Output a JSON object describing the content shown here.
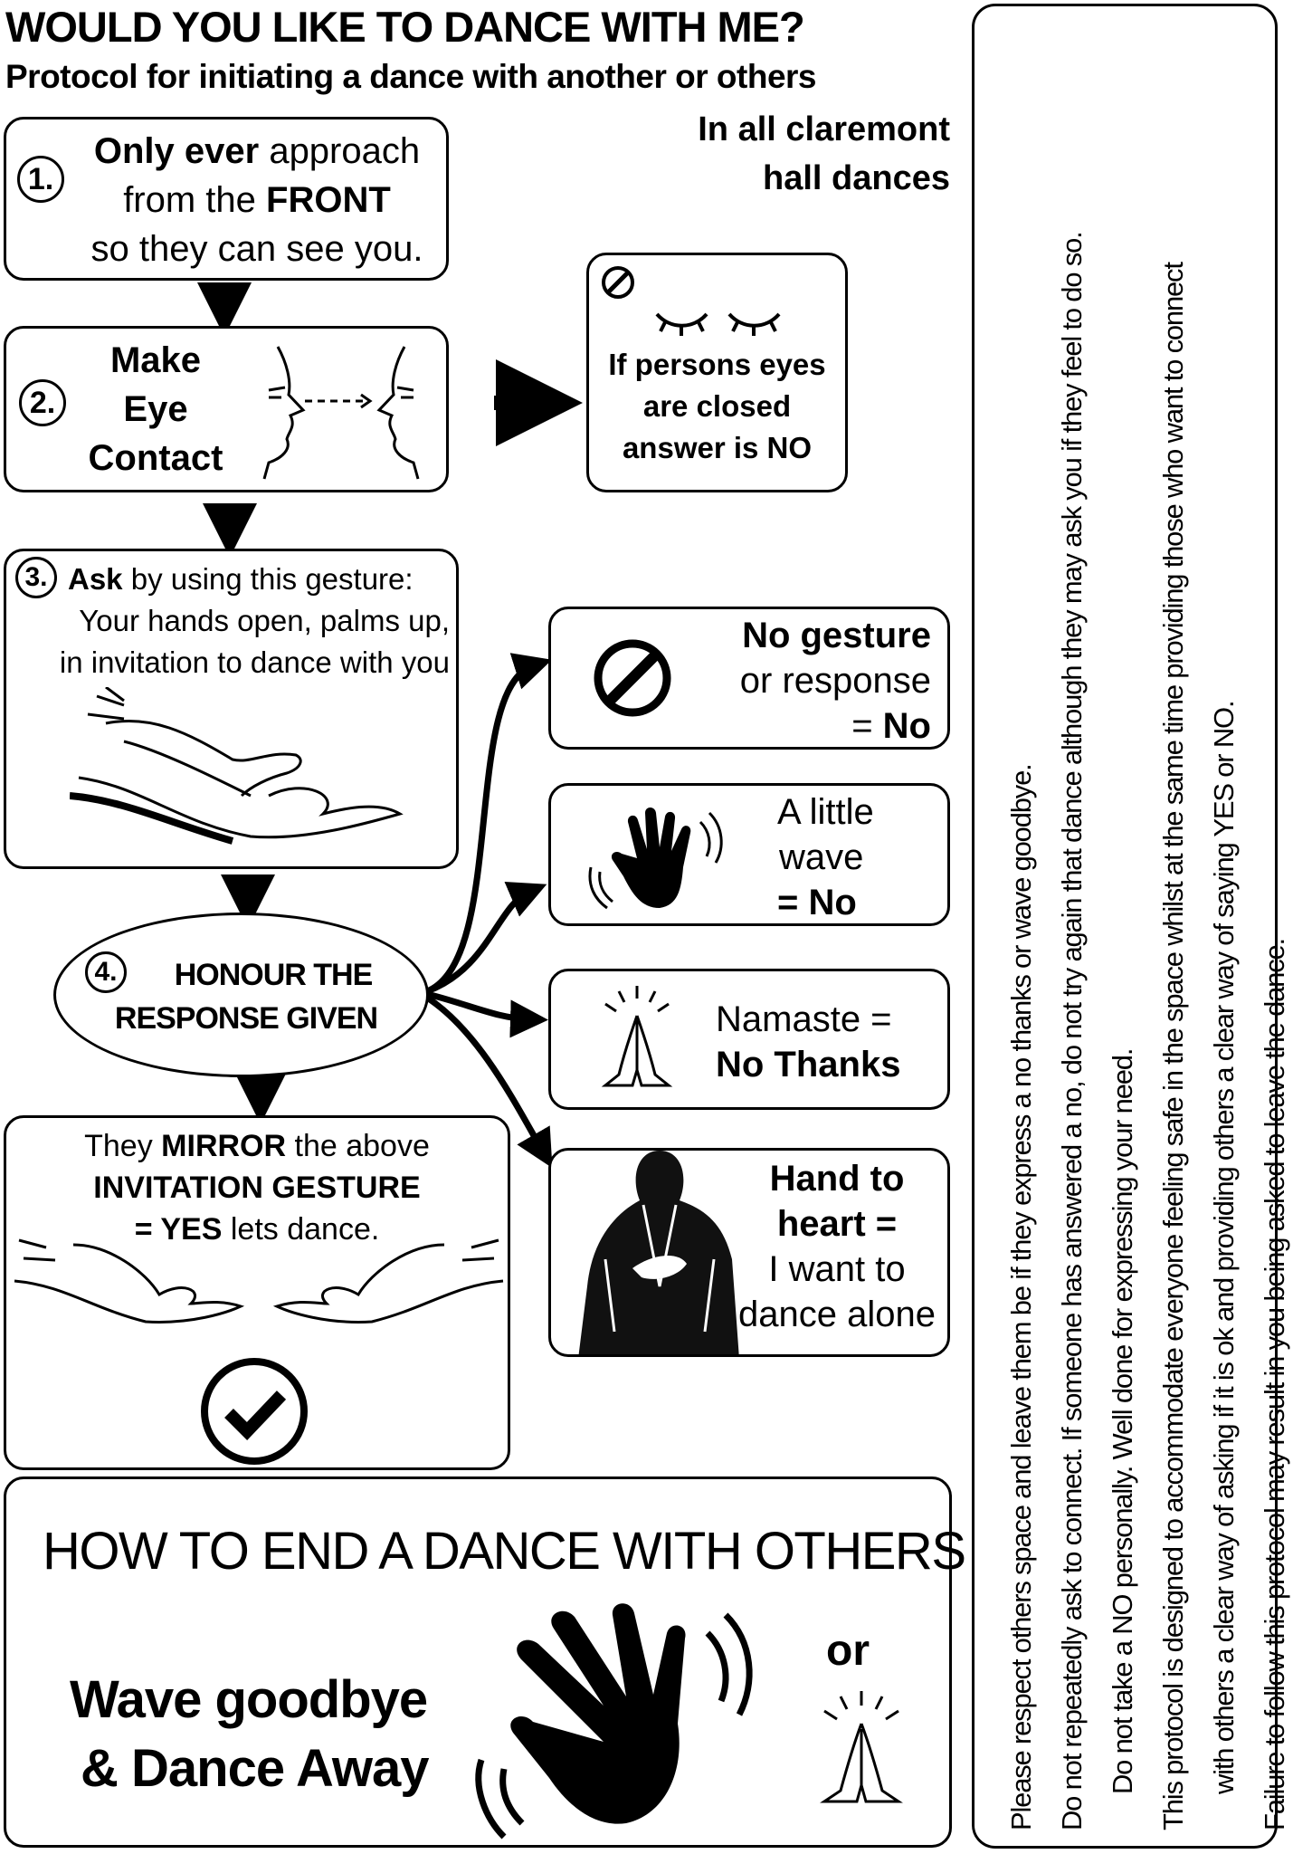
{
  "header": {
    "title": "WOULD YOU LIKE TO DANCE WITH ME?",
    "subtitle": "Protocol for initiating a dance with another or others",
    "venue_line1": "In all claremont",
    "venue_line2": "hall dances"
  },
  "step1": {
    "number": "1.",
    "bold1": "Only ever",
    "text1": " approach",
    "text2": "from the ",
    "bold2": "FRONT",
    "text3": "so they can see you."
  },
  "step2": {
    "number": "2.",
    "line1": "Make",
    "line2": "Eye",
    "line3": "Contact"
  },
  "eyes_closed": {
    "line1": "If persons eyes",
    "line2": "are closed",
    "line3": "answer is NO"
  },
  "step3": {
    "number": "3.",
    "bold1": "Ask",
    "text1": " by using this gesture:",
    "text2": "Your hands open, palms up,",
    "text3": "in invitation to dance with you"
  },
  "step4": {
    "number": "4.",
    "line1": "HONOUR THE",
    "line2": "RESPONSE GIVEN"
  },
  "mirror": {
    "text1": "They ",
    "bold1": "MIRROR",
    "text2": " the above",
    "bold2": "INVITATION GESTURE",
    "bold3": "= YES",
    "text3": " lets dance."
  },
  "responses": {
    "no_gesture": {
      "bold1": "No gesture",
      "text1": "or response",
      "text2": "= ",
      "bold2": "No"
    },
    "wave": {
      "text1": "A little",
      "text2": "wave",
      "bold1": "= No"
    },
    "namaste": {
      "text1": "Namaste =",
      "bold1": "No Thanks"
    },
    "heart": {
      "bold1": "Hand to",
      "bold2": "heart =",
      "text1": "I want to",
      "text2": "dance alone"
    }
  },
  "ending": {
    "title": "HOW TO END A DANCE WITH OTHERS",
    "line1": "Wave goodbye",
    "line2": "& Dance Away",
    "or": "or"
  },
  "rules": [
    "Please respect others space and leave them be if they express a no thanks or wave goodbye.",
    "Do not repeatedly ask to connect. If someone has answered a no, do not try again that dance  although they may ask you if they feel to do so.",
    "Do not take a NO personally. Well done for expressing your need.",
    "This protocol is designed to accommodate everyone feeling safe in the space whilst at the same  time providing those who want to connect",
    "with others a clear way of asking if it is ok and  providing others a clear way of saying YES or NO.",
    "Failure to follow this protocol may result in you being asked to leave the dance."
  ],
  "colors": {
    "ink": "#000000",
    "paper": "#ffffff"
  }
}
